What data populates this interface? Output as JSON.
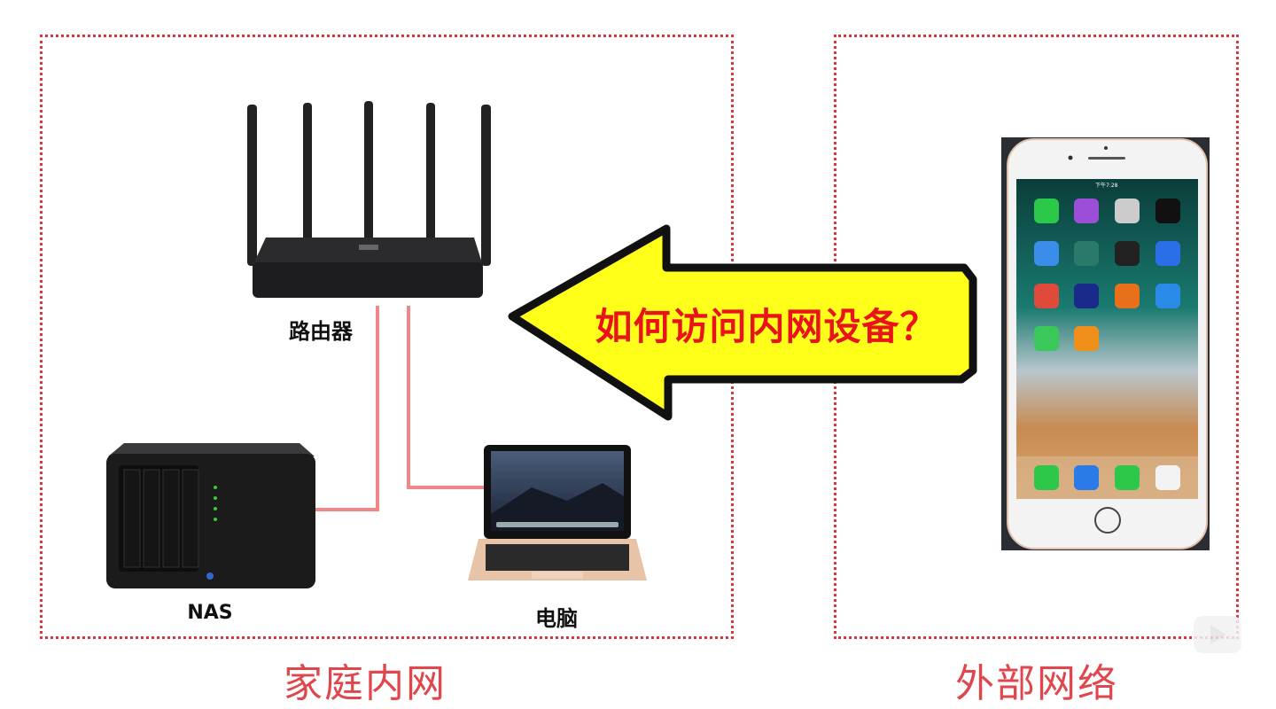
{
  "zones": {
    "home": {
      "label": "家庭内网"
    },
    "external": {
      "label": "外部网络"
    }
  },
  "devices": {
    "router": {
      "label": "路由器"
    },
    "nas": {
      "label": "NAS"
    },
    "laptop": {
      "label": "电脑"
    },
    "phone": {
      "status_time": "下午7:28"
    }
  },
  "arrow": {
    "question": "如何访问内网设备？",
    "fill": "#ffff1a",
    "text_color": "#e8141a"
  },
  "colors": {
    "zone_border": "#d9363e",
    "zone_label": "#e0474c",
    "cable": "#f07a7a"
  },
  "watermark": {
    "icon": "bilibili-tv-icon"
  }
}
